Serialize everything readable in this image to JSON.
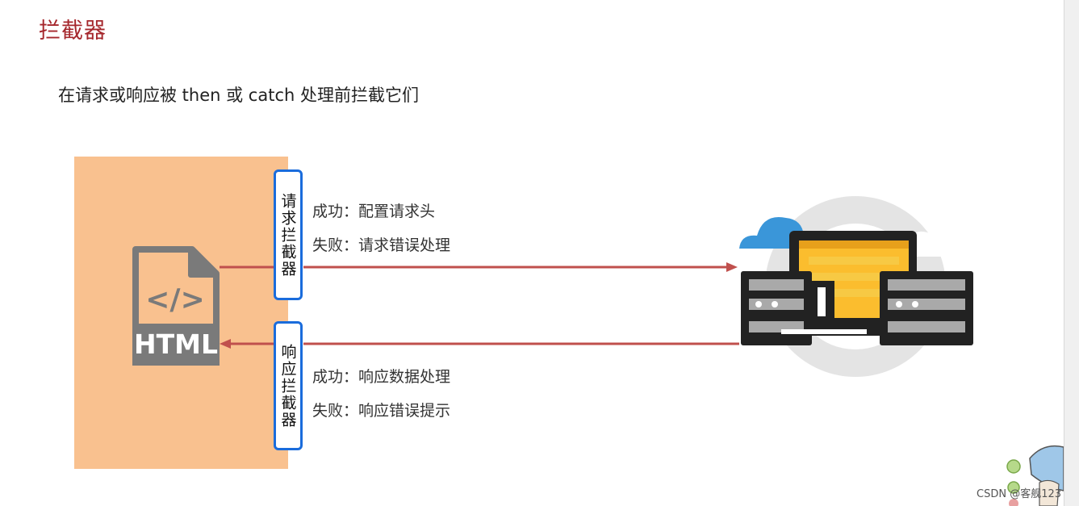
{
  "page": {
    "title": "拦截器",
    "subtitle": "在请求或响应被 then 或 catch 处理前拦截它们"
  },
  "diagram": {
    "client_icon_text": "HTML",
    "client_icon_code": "</>",
    "request_interceptor": {
      "label": "请求拦截器",
      "success": "成功：配置请求头",
      "failure": "失败：请求错误处理"
    },
    "response_interceptor": {
      "label": "响应拦截器",
      "success": "成功：响应数据处理",
      "failure": "失败：响应错误提示"
    }
  },
  "watermark": "CSDN @客舰123",
  "colors": {
    "title": "#a5272c",
    "panel": "#f9c18f",
    "arrow": "#c0504d",
    "box_border": "#1a6cdc"
  }
}
